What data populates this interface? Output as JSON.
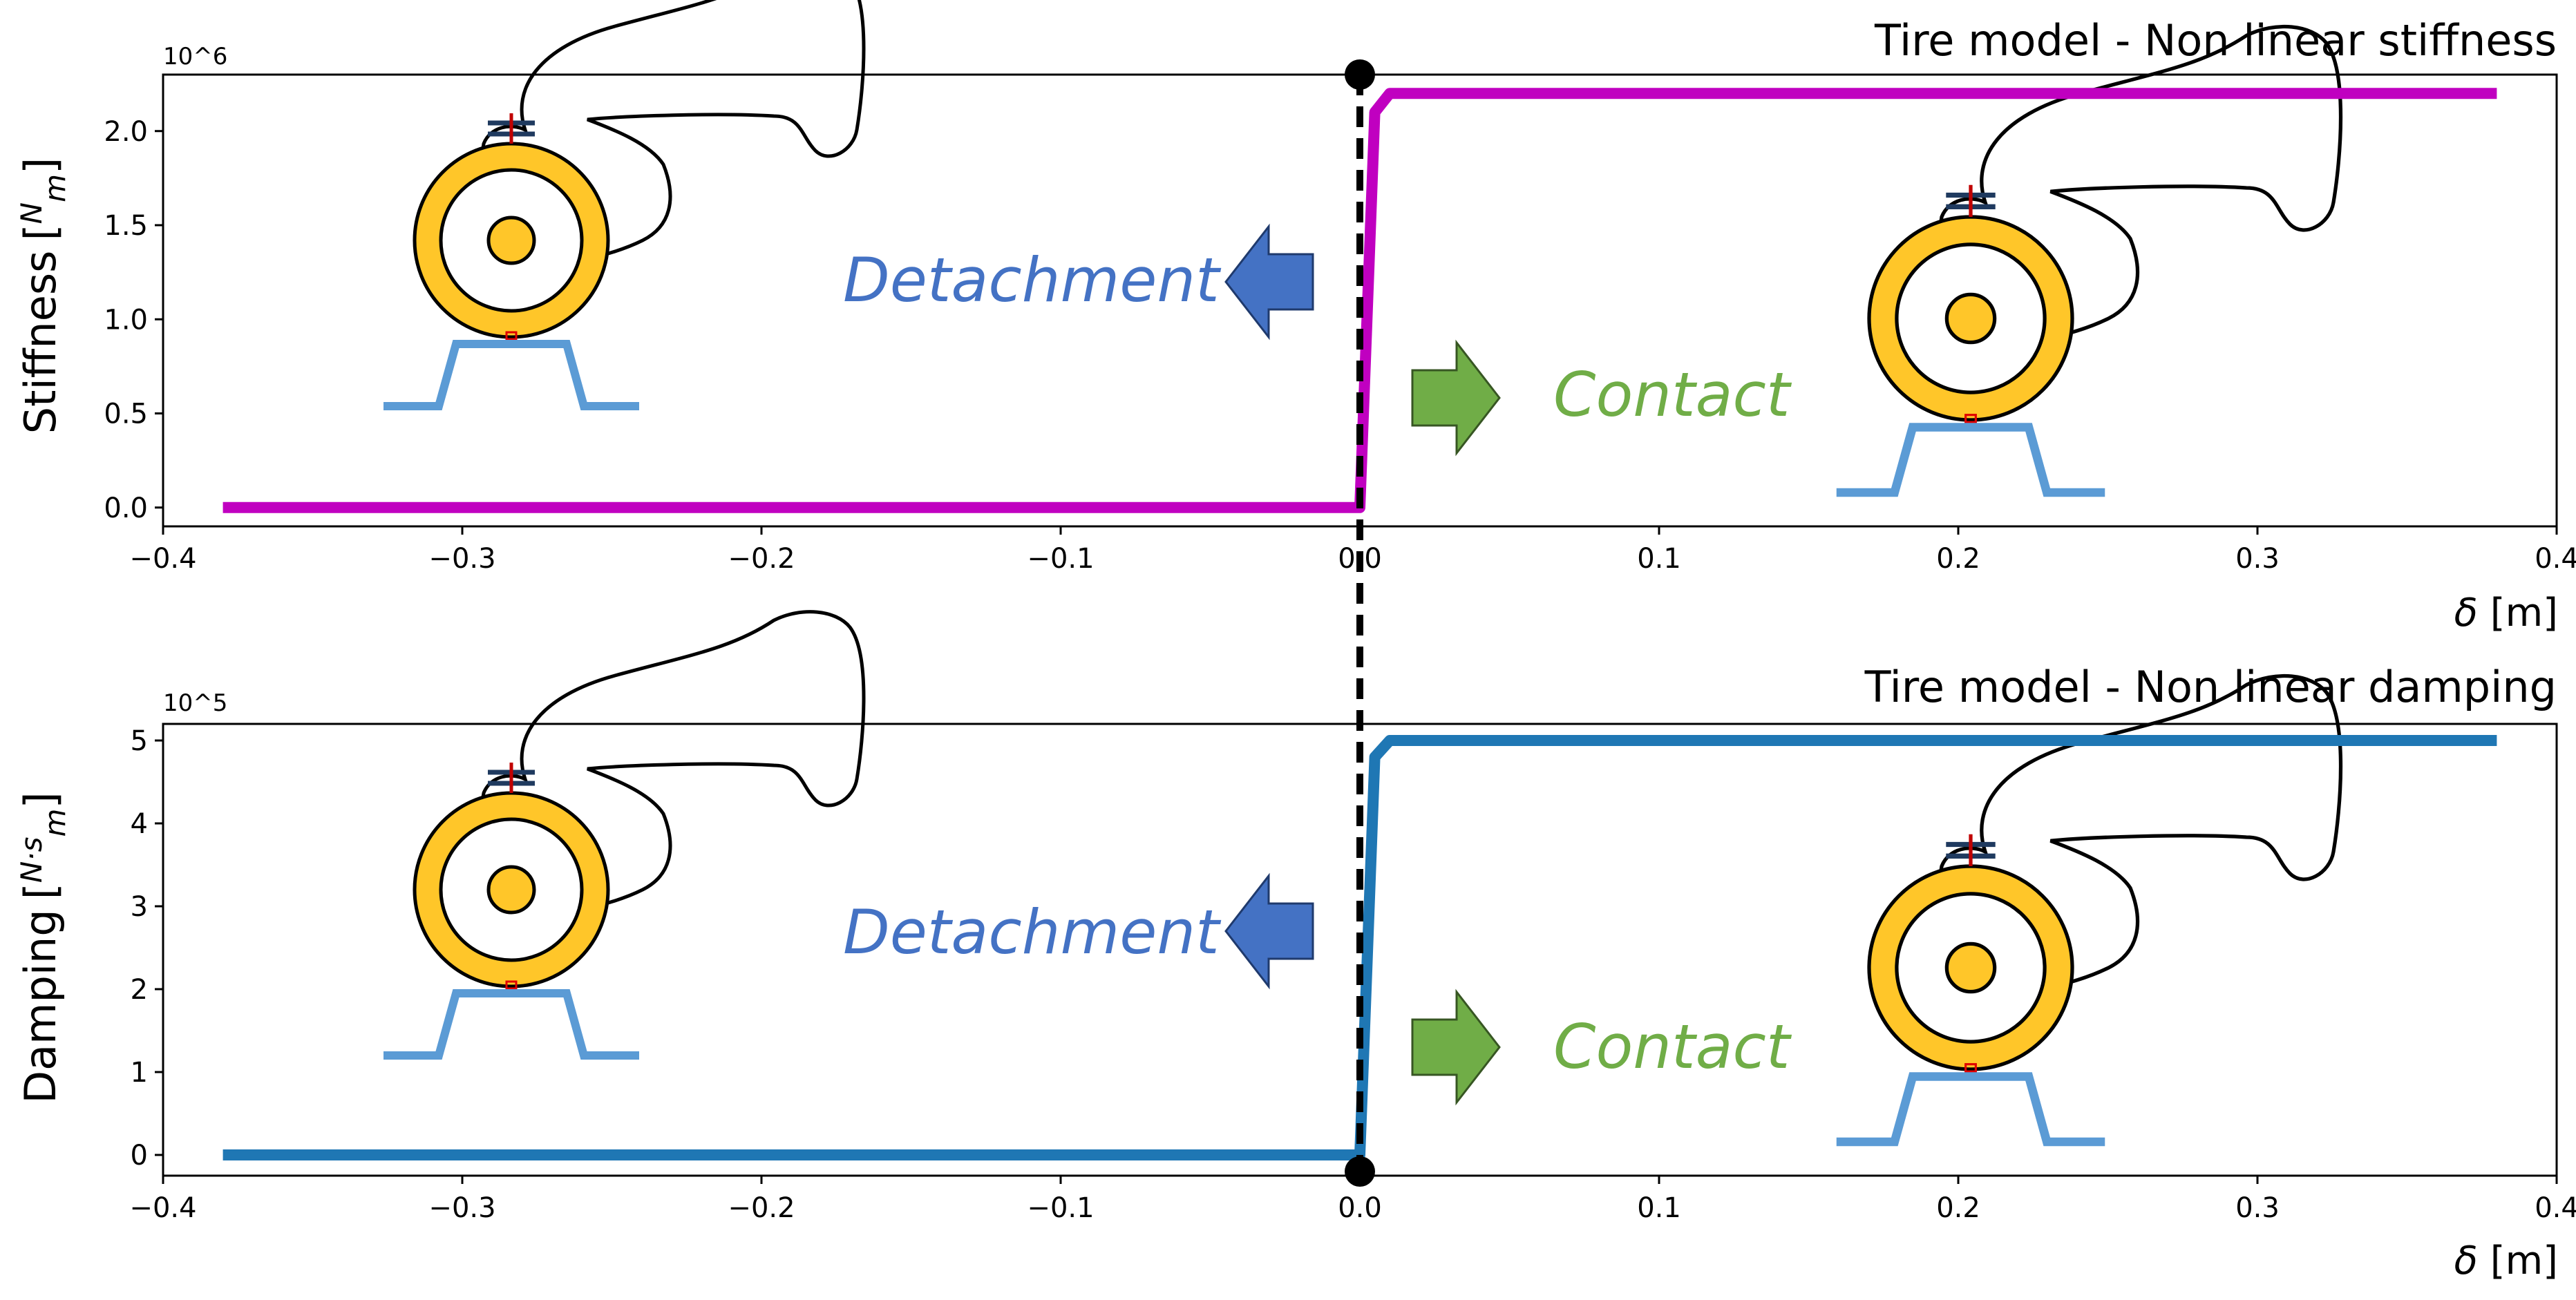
{
  "chart_data": [
    {
      "type": "line",
      "title": "Tire model - Non linear stiffness",
      "ylabel_text": "Stiffness",
      "ylabel_unit": {
        "num": "N",
        "den": "m"
      },
      "xlabel_symbol": "δ",
      "xlabel_unit": "[m]",
      "scale_note": "10^6",
      "xlim": [
        -0.4,
        0.4
      ],
      "ylim": [
        -0.1,
        2.3
      ],
      "xticks": [
        -0.4,
        -0.3,
        -0.2,
        -0.1,
        0.0,
        0.1,
        0.2,
        0.3,
        0.4
      ],
      "xtick_labels": [
        "−0.4",
        "−0.3",
        "−0.2",
        "−0.1",
        "0.0",
        "0.1",
        "0.2",
        "0.3",
        "0.4"
      ],
      "yticks": [
        0.0,
        0.5,
        1.0,
        1.5,
        2.0
      ],
      "ytick_labels": [
        "0.0",
        "0.5",
        "1.0",
        "1.5",
        "2.0"
      ],
      "series": [
        {
          "color": "#c000c0",
          "x": [
            -0.38,
            0.0,
            0.005,
            0.01,
            0.38
          ],
          "y": [
            0.0,
            0.0,
            2.1,
            2.2,
            2.2
          ]
        }
      ],
      "annotations": {
        "left": "Detachment",
        "right": "Contact"
      },
      "marker_y": 2.3
    },
    {
      "type": "line",
      "title": "Tire model - Non linear damping",
      "ylabel_text": "Damping",
      "ylabel_unit": {
        "num": "N·s",
        "den": "m"
      },
      "xlabel_symbol": "δ",
      "xlabel_unit": "[m]",
      "scale_note": "10^5",
      "xlim": [
        -0.4,
        0.4
      ],
      "ylim": [
        -0.25,
        5.2
      ],
      "xticks": [
        -0.4,
        -0.3,
        -0.2,
        -0.1,
        0.0,
        0.1,
        0.2,
        0.3,
        0.4
      ],
      "xtick_labels": [
        "−0.4",
        "−0.3",
        "−0.2",
        "−0.1",
        "0.0",
        "0.1",
        "0.2",
        "0.3",
        "0.4"
      ],
      "yticks": [
        0,
        1,
        2,
        3,
        4,
        5
      ],
      "ytick_labels": [
        "0",
        "1",
        "2",
        "3",
        "4",
        "5"
      ],
      "series": [
        {
          "color": "#1f77b4",
          "x": [
            -0.38,
            0.0,
            0.005,
            0.01,
            0.38
          ],
          "y": [
            0.0,
            0.0,
            4.8,
            5.0,
            5.0
          ]
        }
      ],
      "annotations": {
        "left": "Detachment",
        "right": "Contact"
      },
      "marker_y": -0.2
    }
  ],
  "colors": {
    "detachment": "#4472c4",
    "contact": "#70ad47",
    "tire": "#ffc629",
    "road": "#5b9bd5",
    "threshold_line": "#000000"
  },
  "icons": [
    "detachment-arrow-icon",
    "contact-arrow-icon",
    "wheel-leg-icon"
  ]
}
